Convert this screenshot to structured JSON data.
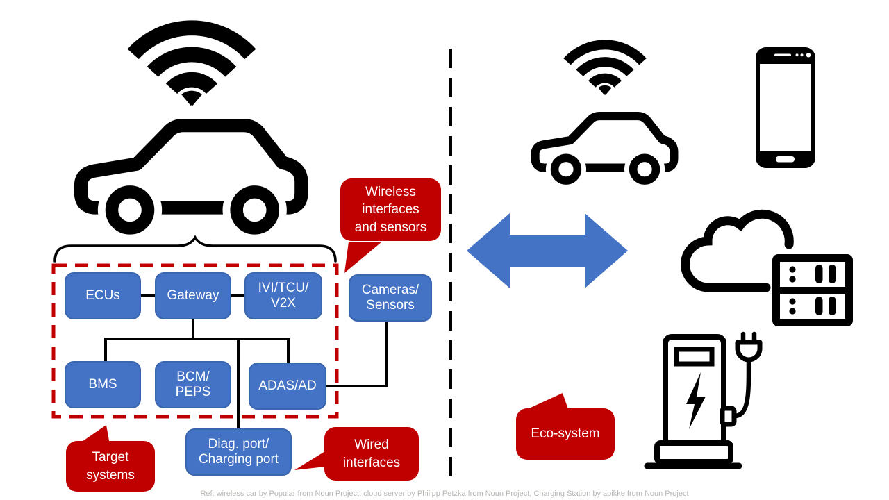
{
  "slide": {
    "type": "connected-car security architecture diagram",
    "colors": {
      "node_blue": "#4472C4",
      "node_border_blue": "#3a66b0",
      "callout_red": "#C00000",
      "dashed_outline_red": "#C00000",
      "arrow_blue": "#4472C4",
      "line_black": "#000000",
      "credits_gray": "#b8b6b3"
    }
  },
  "vehicle_network": {
    "boxes": {
      "ecus": {
        "label": "ECUs"
      },
      "gateway": {
        "label": "Gateway"
      },
      "ivi": {
        "label": "IVI/TCU/\nV2X"
      },
      "cameras": {
        "label": "Cameras/\nSensors"
      },
      "bms": {
        "label": "BMS"
      },
      "bcm": {
        "label": "BCM/\nPEPS"
      },
      "adas": {
        "label": "ADAS/AD"
      },
      "diag": {
        "label": "Diag. port/\nCharging port"
      }
    }
  },
  "callouts": {
    "wireless": {
      "label": "Wireless\ninterfaces\nand sensors"
    },
    "target": {
      "label": "Target\nsystems"
    },
    "wired": {
      "label": "Wired\ninterfaces"
    },
    "eco": {
      "label": "Eco-system"
    }
  },
  "icons": {
    "left": [
      "wifi-icon",
      "car-icon",
      "curly-brace"
    ],
    "right": [
      "wifi-icon",
      "car-icon",
      "smartphone-icon",
      "double-headed-arrow-icon",
      "cloud-icon",
      "server-icon",
      "charging-station-icon"
    ],
    "divider": "dashed-vertical-divider"
  },
  "footer": {
    "credits": "Ref: wireless car by Popular from Noun Project, cloud server by Philipp Petzka from Noun Project, Charging Station by apikke from Noun Project"
  }
}
